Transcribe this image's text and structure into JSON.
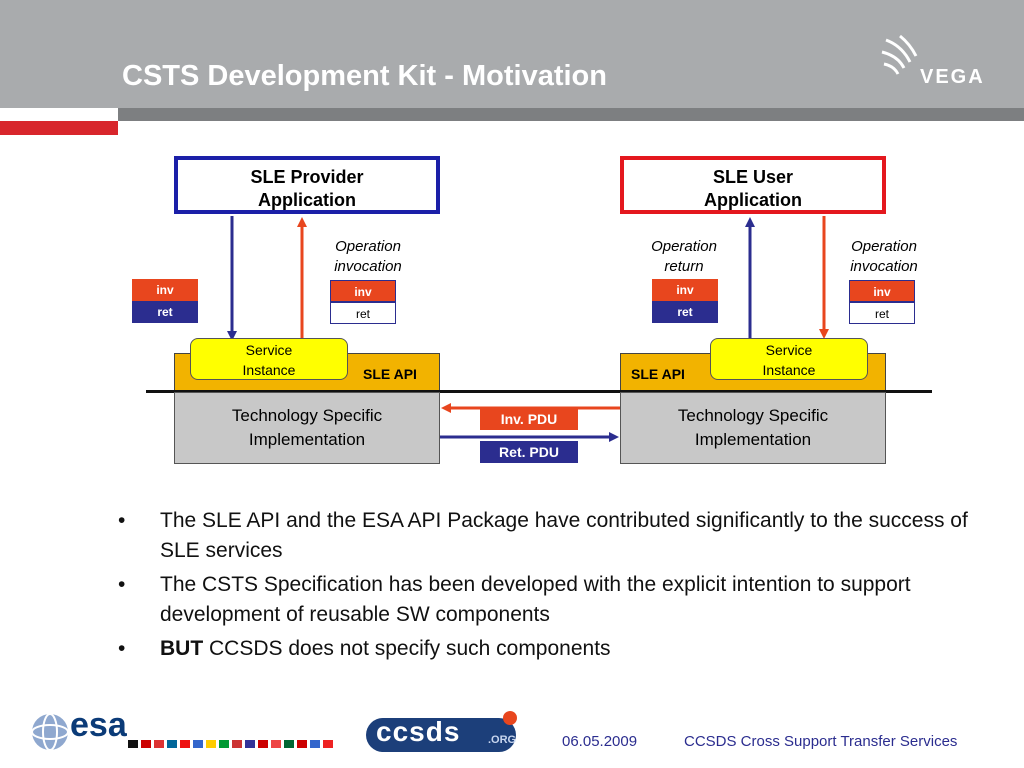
{
  "header": {
    "title": "CSTS Development Kit - Motivation",
    "logo_text": "VEGA"
  },
  "diagram": {
    "provider_app": {
      "line1": "SLE Provider",
      "line2": "Application"
    },
    "user_app": {
      "line1": "SLE User",
      "line2": "Application"
    },
    "provider_api_label": "SLE API",
    "user_api_label": "SLE API",
    "service_instance": {
      "line1": "Service",
      "line2": "Instance"
    },
    "tech_impl": {
      "line1": "Technology Specific",
      "line2": "Implementation"
    },
    "op_invocation": {
      "line1": "Operation",
      "line2": "invocation"
    },
    "op_return": {
      "line1": "Operation",
      "line2": "return"
    },
    "inv_label": "inv",
    "ret_label": "ret",
    "inv_pdu": "Inv. PDU",
    "ret_pdu": "Ret. PDU"
  },
  "bullets": [
    {
      "bold": "",
      "text": "The SLE API and the ESA API Package have contributed significantly to the success of SLE services"
    },
    {
      "bold": "",
      "text": "The CSTS Specification has been developed with the explicit intention to support development of reusable SW components"
    },
    {
      "bold": "BUT",
      "text": " CCSDS does not specify such components"
    }
  ],
  "footer": {
    "esa_logo_text": "esa",
    "ccsds_logo_text": "ccsds",
    "ccsds_org_text": ".ORG",
    "date": "06.05.2009",
    "title": "CCSDS Cross Support Transfer Services"
  },
  "colors": {
    "header_grey": "#a9abad",
    "accent_red": "#d8262c",
    "provider_blue": "#1b1fa8",
    "user_red": "#e4181e",
    "api_orange": "#f2b300",
    "instance_yellow": "#ffff00",
    "inv_orange": "#e8461e",
    "ret_navy": "#2b2d8f"
  }
}
